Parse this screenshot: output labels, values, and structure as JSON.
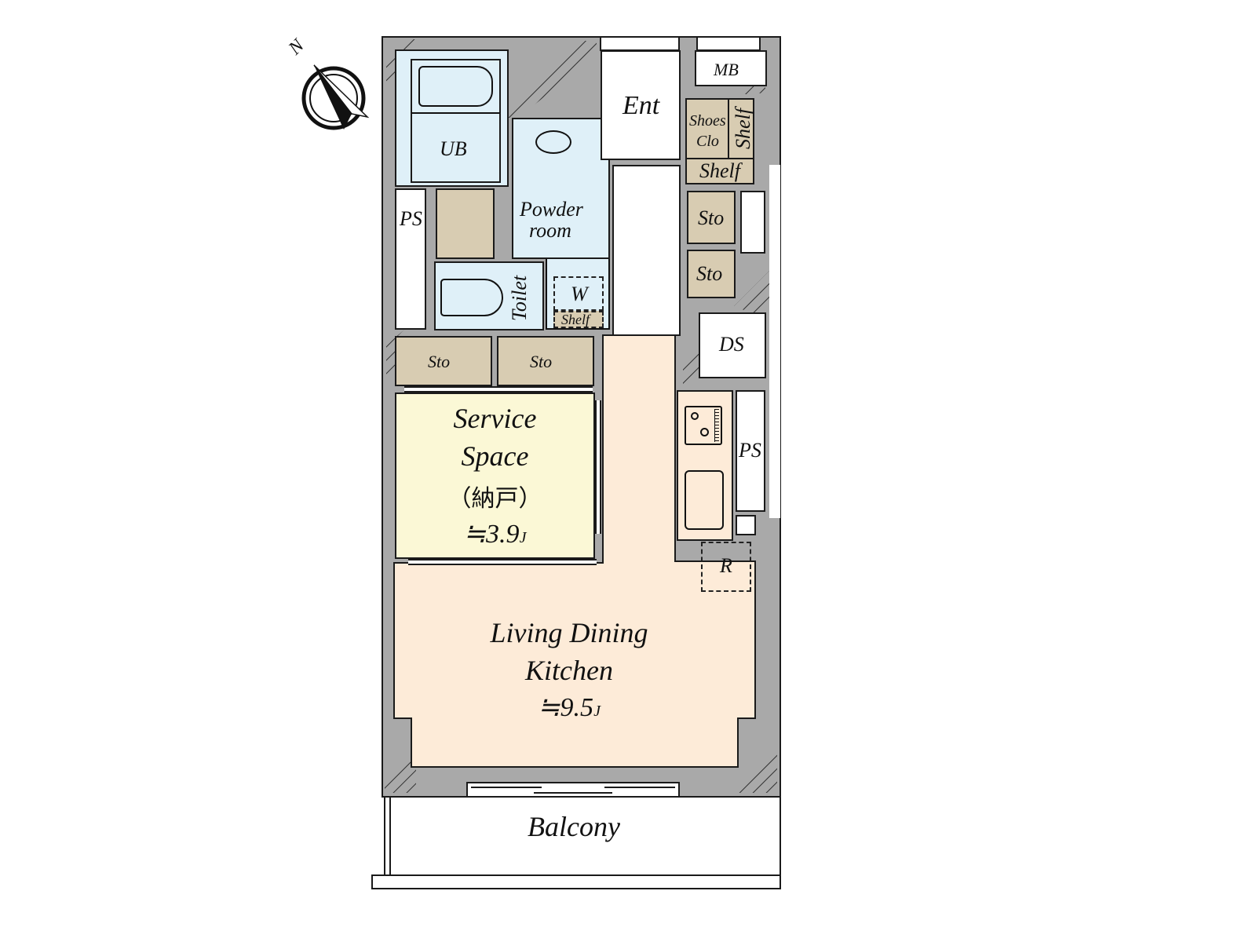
{
  "compass": {
    "label": "N",
    "icon": "north-arrow-icon"
  },
  "rooms": {
    "unit_bath": {
      "label": "UB"
    },
    "powder_room": {
      "label_line1": "Powder",
      "label_line2": "room"
    },
    "toilet": {
      "label": "Toilet"
    },
    "washer": {
      "label": "W"
    },
    "washer_shelf": {
      "label": "Shelf"
    },
    "pipe_space_left": {
      "label": "PS"
    },
    "entrance": {
      "label": "Ent"
    },
    "meter_box": {
      "label": "MB"
    },
    "shoes_closet": {
      "label_line1": "Shoes",
      "label_line2": "Clo"
    },
    "shoes_shelf_vertical": {
      "label": "Shelf"
    },
    "shoes_shelf_horizontal": {
      "label": "Shelf"
    },
    "storage_upper": {
      "label": "Sto"
    },
    "storage_lower": {
      "label": "Sto"
    },
    "duct_space": {
      "label": "DS"
    },
    "storage_left": {
      "label": "Sto"
    },
    "storage_right": {
      "label": "Sto"
    },
    "service_space": {
      "label_line1": "Service",
      "label_line2": "Space",
      "label_jp": "（納戸）",
      "area": "≒3.9",
      "unit": "J"
    },
    "pipe_space_kitchen": {
      "label": "PS"
    },
    "refrigerator": {
      "label": "R"
    },
    "ldk": {
      "label_line1": "Living Dining",
      "label_line2": "Kitchen",
      "area": "≒9.5",
      "unit": "J"
    },
    "balcony": {
      "label": "Balcony"
    }
  },
  "colors": {
    "wall": "#a9a9a9",
    "wet_area": "#dff0f8",
    "storage": "#d8ccb2",
    "service_space": "#fbf8d6",
    "ldk": "#fdebd8"
  }
}
